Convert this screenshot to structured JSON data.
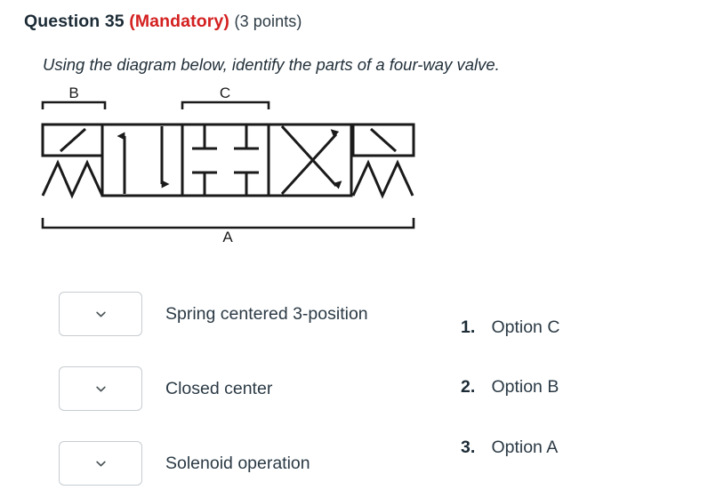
{
  "header": {
    "title": "Question 35",
    "mandatory": "(Mandatory)",
    "points": "(3 points)"
  },
  "prompt": "Using the diagram below, identify the parts of a four-way valve.",
  "diagram": {
    "name": "four-way-valve-symbol",
    "labels": {
      "top_left": "B",
      "top_center": "C",
      "bottom": "A"
    },
    "description": "Hydraulic four-way three-position directional control valve schematic: left solenoid with spring return, three center envelopes (parallel-flow arrows, closed center, crossed arrows), right solenoid with spring return.",
    "stroke_color": "#1a1a1a"
  },
  "answers": [
    {
      "label": "Spring centered 3-position",
      "value": "",
      "placeholder": ""
    },
    {
      "label": "Closed center",
      "value": "",
      "placeholder": ""
    },
    {
      "label": "Solenoid operation",
      "value": "",
      "placeholder": ""
    }
  ],
  "options": [
    {
      "number": "1.",
      "text": "Option C"
    },
    {
      "number": "2.",
      "text": "Option B"
    },
    {
      "number": "3.",
      "text": "Option A"
    }
  ],
  "icons": {
    "chevron_down": "chevron-down-icon"
  },
  "colors": {
    "mandatory_red": "#d42020",
    "text_dark": "#2d3b45",
    "border_gray": "#c7cdd1",
    "diagram_black": "#1a1a1a"
  }
}
